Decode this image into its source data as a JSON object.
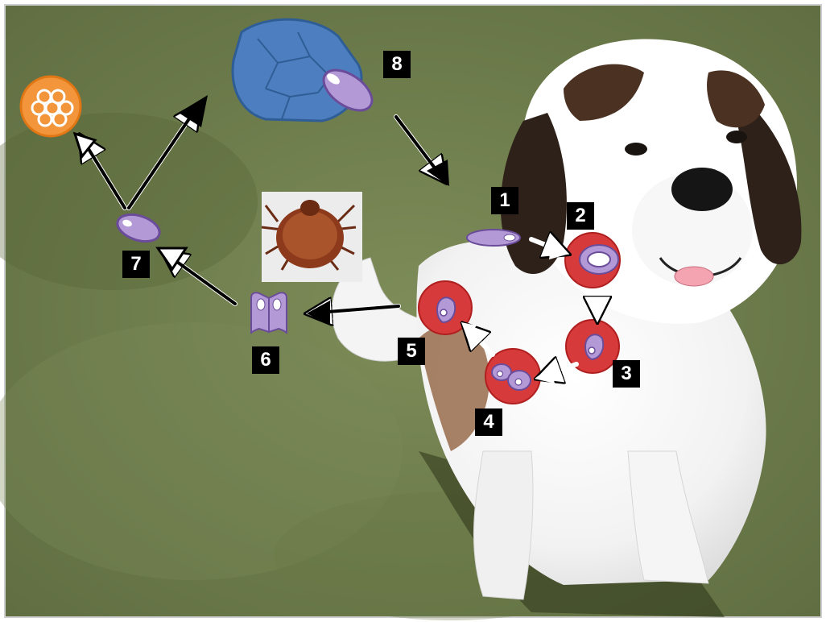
{
  "diagram": {
    "steps": [
      {
        "number": "1"
      },
      {
        "number": "2"
      },
      {
        "number": "3"
      },
      {
        "number": "4"
      },
      {
        "number": "5"
      },
      {
        "number": "6"
      },
      {
        "number": "7"
      },
      {
        "number": "8"
      }
    ]
  },
  "colors": {
    "grass": "#6f7d4e",
    "grass_dark": "#4d5a33",
    "red_cell": "#d63a3a",
    "parasite_purple": "#b39ad6",
    "purple_outline": "#6b4c9a",
    "salivary_blue": "#4d7fc0",
    "ovary_orange": "#f2953b",
    "label_bg": "#000000",
    "label_text": "#ffffff",
    "arrow_white": "#ffffff",
    "arrow_black": "#000000"
  }
}
